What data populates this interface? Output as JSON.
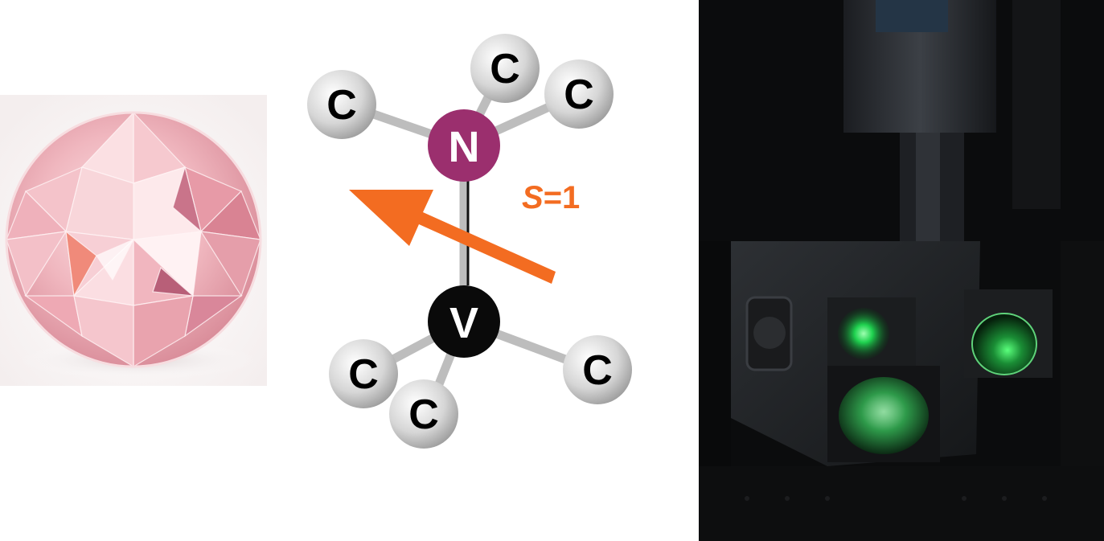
{
  "molecule": {
    "nitrogen": {
      "symbol": "N",
      "color": "#9b2f6e"
    },
    "vacancy": {
      "symbol": "V",
      "color": "#0a0a0a"
    },
    "carbon": {
      "symbol": "C",
      "color": "#cfcfcf"
    },
    "bond_color": "#bdbdbd"
  },
  "spin": {
    "symbol": "S",
    "value": "=1",
    "color": "#f36c21"
  },
  "photos": {
    "gem": "pink-diamond",
    "setup": "green-laser-optics-setup"
  }
}
